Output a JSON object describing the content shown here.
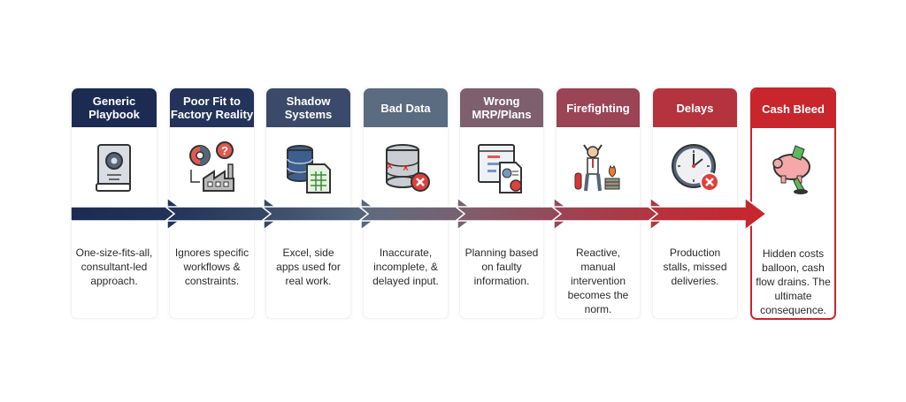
{
  "diagram": {
    "type": "process-flow",
    "steps": [
      {
        "title": "Generic Playbook",
        "icon": "book-gear-icon",
        "description": "One-size-fits-all, consultant-led approach.",
        "color": "#1c2b52"
      },
      {
        "title": "Poor Fit to Factory Reality",
        "icon": "gear-factory-question-icon",
        "description": "Ignores specific workflows & constraints.",
        "color": "#23335a"
      },
      {
        "title": "Shadow Systems",
        "icon": "database-spreadsheet-icon",
        "description": "Excel, side apps used for real work.",
        "color": "#3a4a68"
      },
      {
        "title": "Bad Data",
        "icon": "database-error-icon",
        "description": "Inaccurate, incomplete, & delayed input.",
        "color": "#5b6b80"
      },
      {
        "title": "Wrong MRP/Plans",
        "icon": "plan-document-error-icon",
        "description": "Planning based on faulty information.",
        "color": "#7d5f6e"
      },
      {
        "title": "Firefighting",
        "icon": "stressed-person-fire-icon",
        "description": "Reactive, manual intervention becomes the norm.",
        "color": "#9a4455"
      },
      {
        "title": "Delays",
        "icon": "clock-error-icon",
        "description": "Production stalls, missed deliveries.",
        "color": "#b5333e"
      },
      {
        "title": "Cash Bleed",
        "icon": "piggy-bank-drain-icon",
        "description": "Hidden costs balloon, cash flow drains. The ultimate consequence.",
        "color": "#c8252d"
      }
    ]
  }
}
